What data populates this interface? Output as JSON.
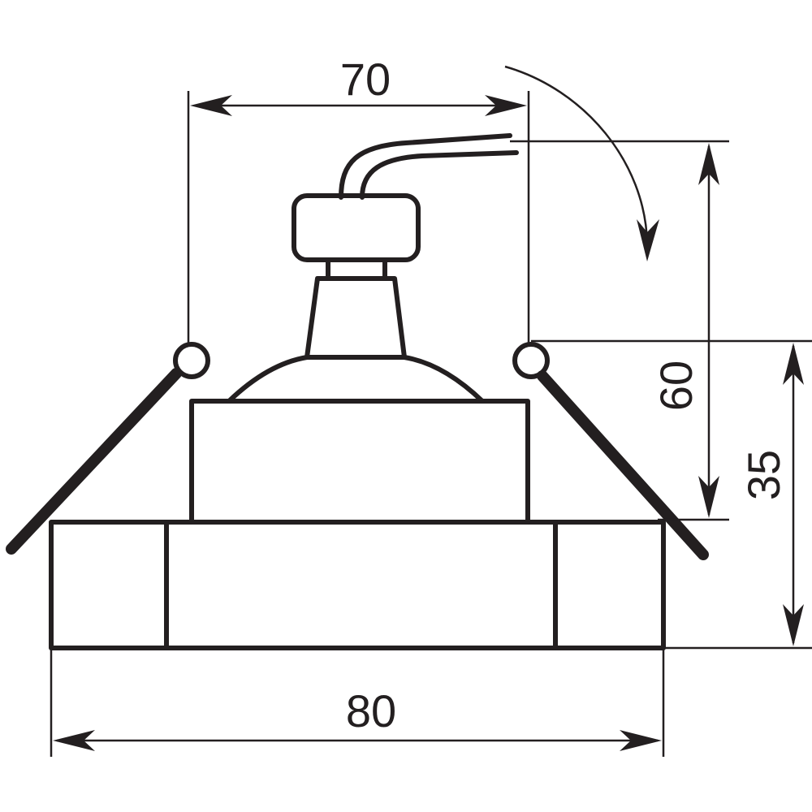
{
  "dimensions": {
    "top_width": "70",
    "bottom_width": "80",
    "total_height": "60",
    "body_height": "35"
  },
  "colors": {
    "line": "#231f20",
    "background": "#ffffff"
  }
}
